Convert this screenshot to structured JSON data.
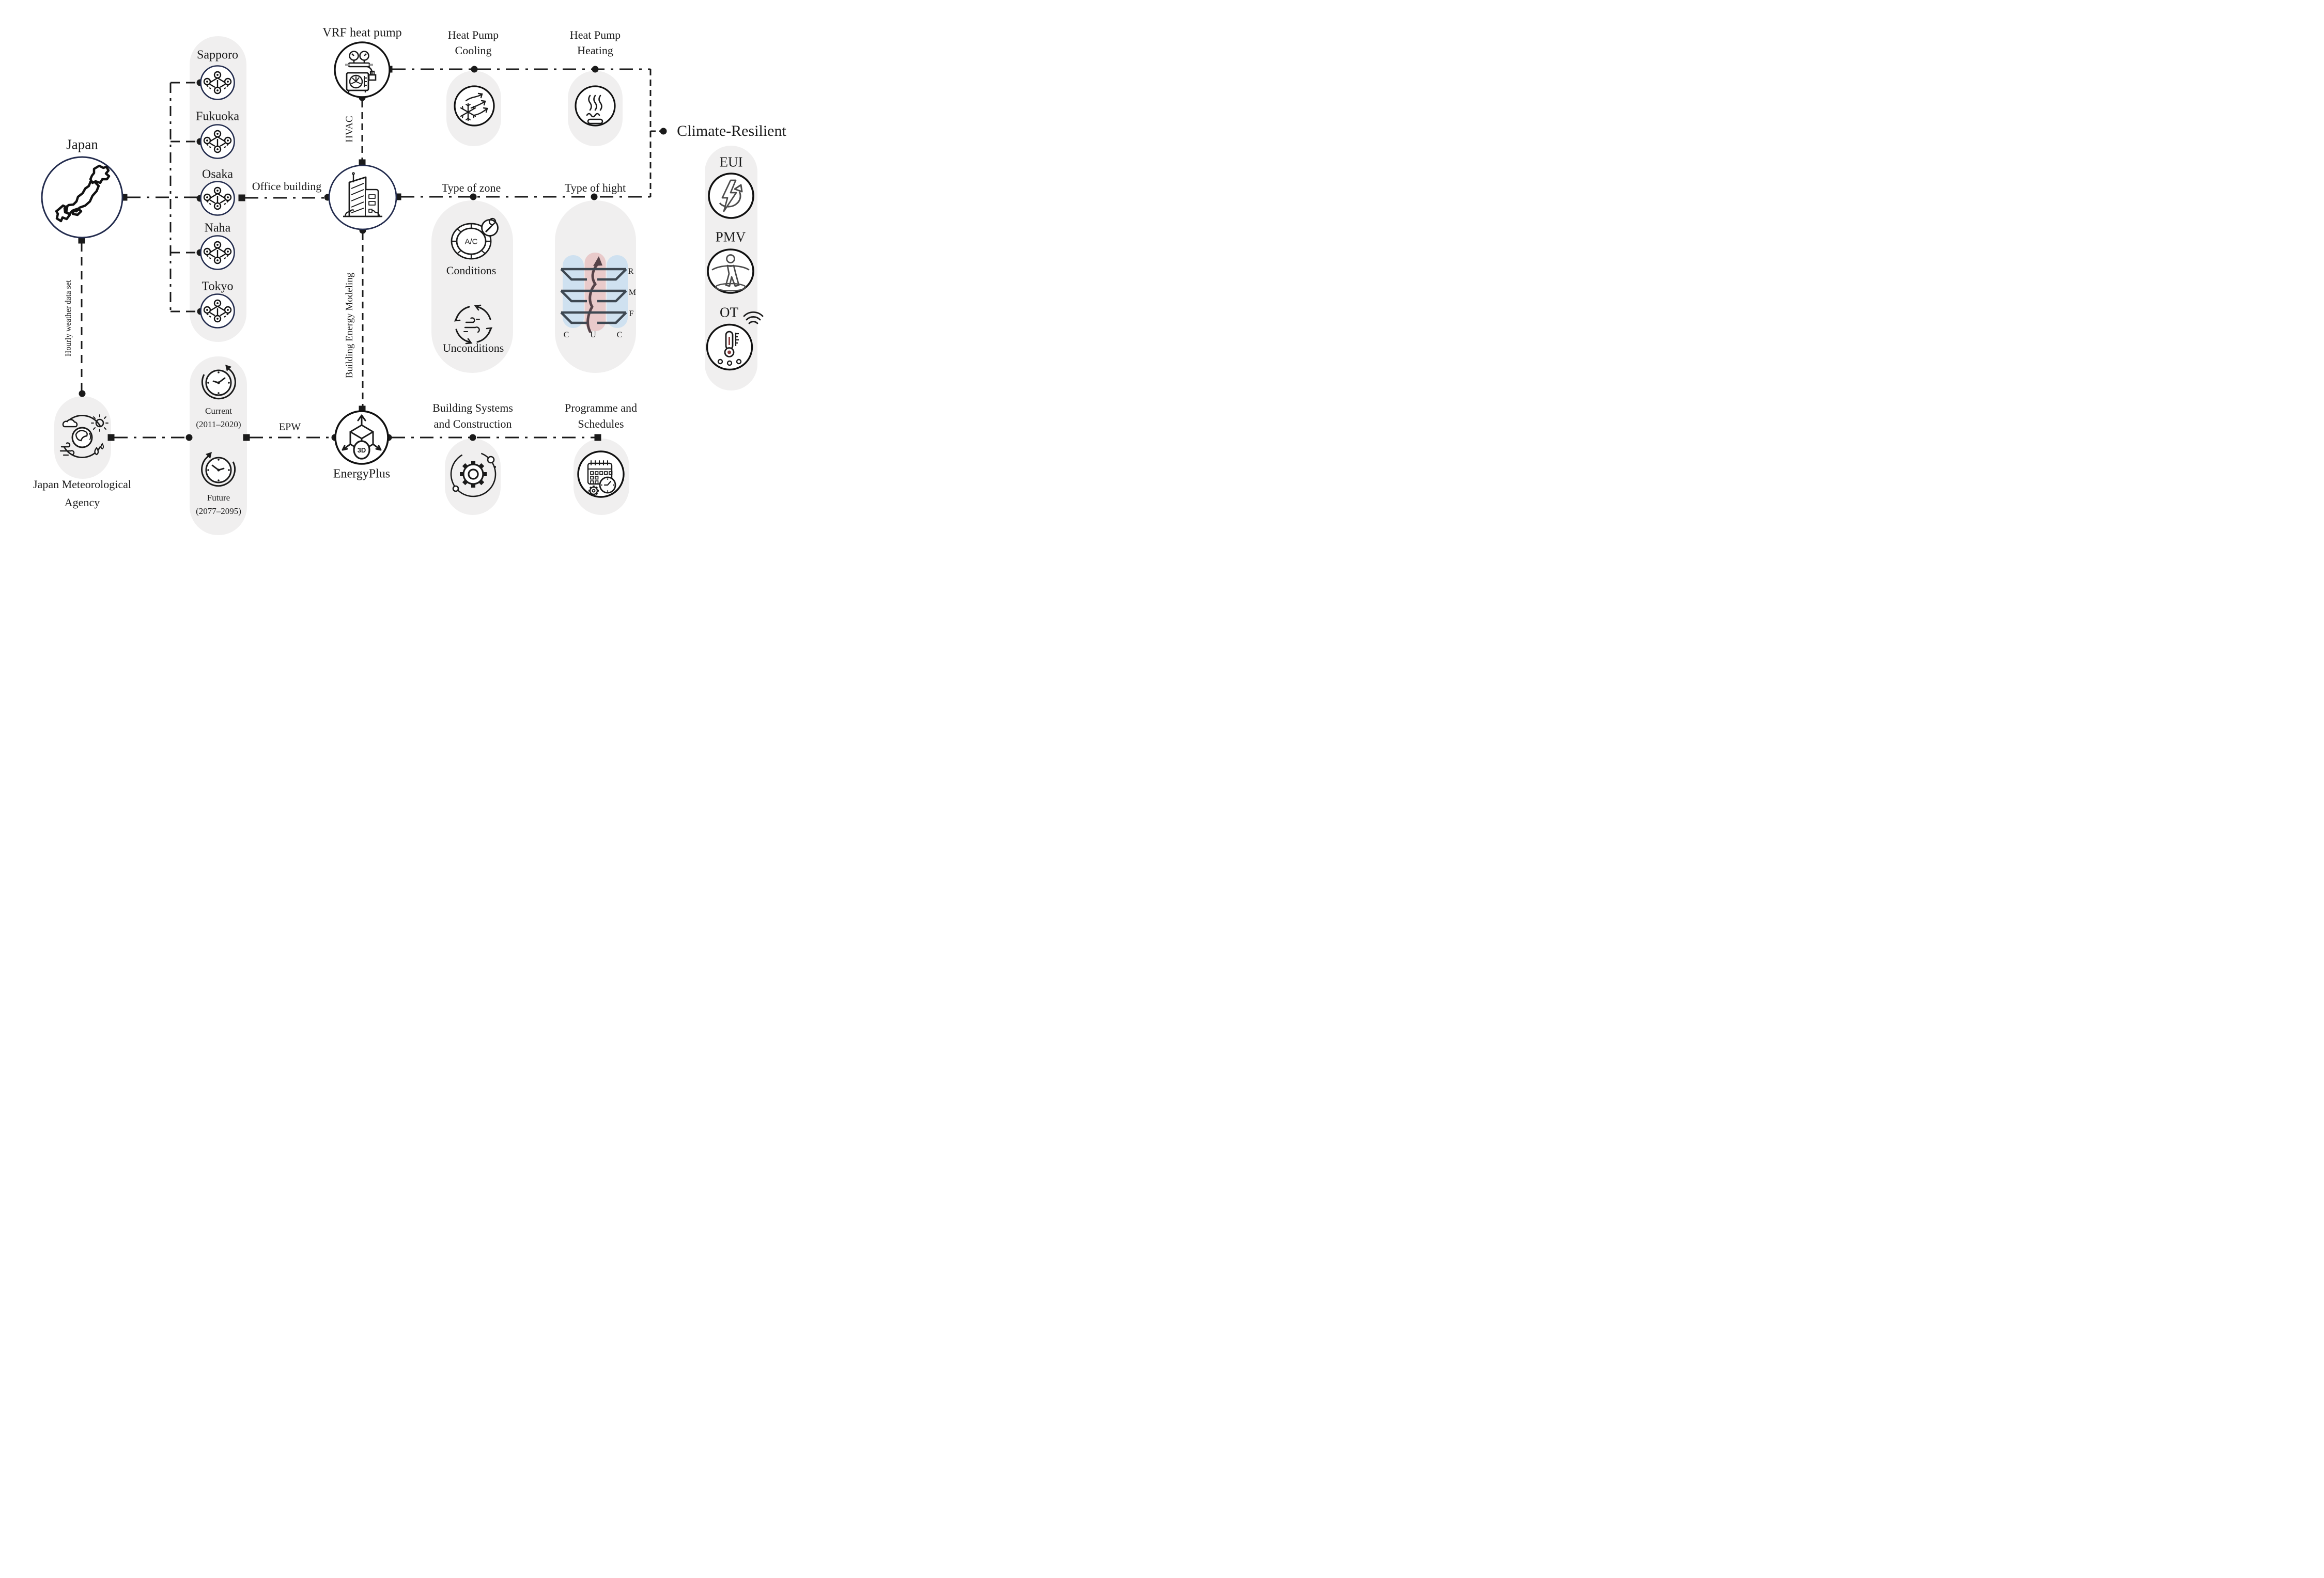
{
  "palette": {
    "ink": "#1a1a1a",
    "navy": "#232c4e",
    "pill": "#f0efef",
    "zblue": "#cfe1f0",
    "zpink": "#e9caca",
    "plane": "#3e4852",
    "plum": "#564349",
    "soft": "#4b4b4b",
    "mercury": "#8a4040"
  },
  "weather": {
    "country": "Japan",
    "hourly_label": "Hourly weather data set",
    "agency_line1": "Japan Meteorological",
    "agency_line2": "Agency",
    "cities": [
      "Sapporo",
      "Fukuoka",
      "Osaka",
      "Naha",
      "Tokyo"
    ],
    "periods": [
      {
        "name": "Current",
        "range": "(2011–2020)"
      },
      {
        "name": "Future",
        "range": "(2077–2095)"
      }
    ],
    "epw": "EPW"
  },
  "model": {
    "vrf": "VRF heat pump",
    "hvac": "HVAC",
    "office": "Office building",
    "bem": "Building Energy Modeling",
    "energyplus": "EnergyPlus",
    "energyplus_badge": "3D",
    "systems_line1": "Building Systems",
    "systems_line2": "and Construction",
    "schedules_line1": "Programme and",
    "schedules_line2": "Schedules"
  },
  "analysis": {
    "cooling_line1": "Heat Pump",
    "cooling_line2": "Cooling",
    "heating_line1": "Heat Pump",
    "heating_line2": "Heating",
    "zone_title": "Type of zone",
    "ac_badge": "A/C",
    "conditions": "Conditions",
    "unconditions": "Unconditions",
    "hight_title": "Type of hight",
    "floors": [
      "R",
      "M",
      "F"
    ],
    "zones": [
      "C",
      "U",
      "C"
    ],
    "climate": "Climate-Resilient",
    "metrics": [
      "EUI",
      "PMV",
      "OT"
    ]
  }
}
